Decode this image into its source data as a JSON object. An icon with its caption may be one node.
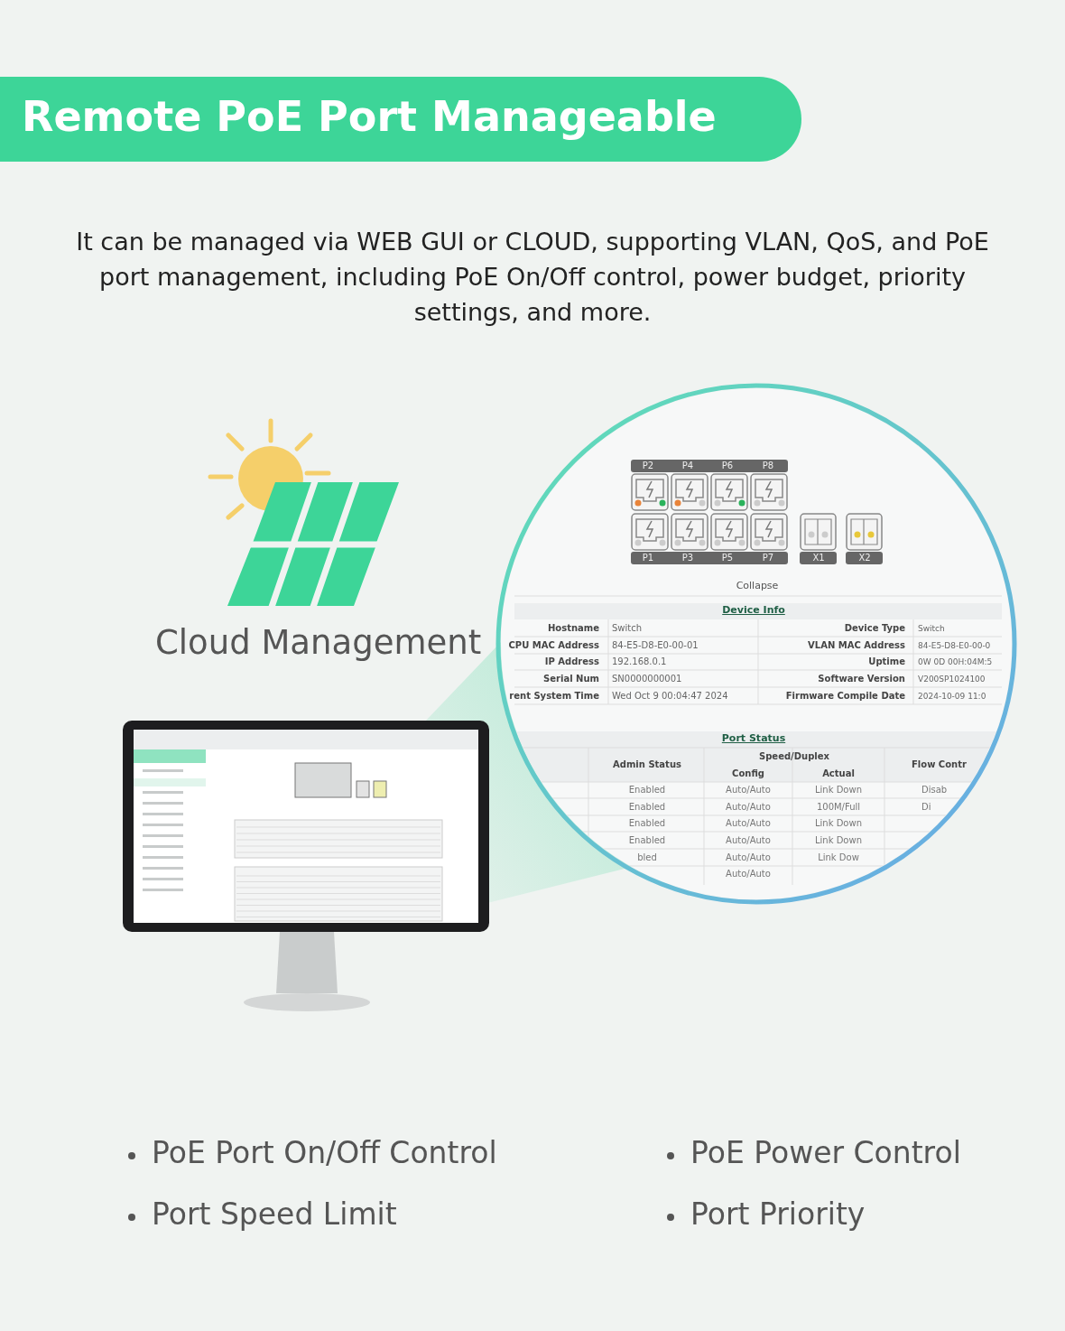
{
  "diagram": {
    "title": "Remote PoE Port Manageable",
    "labels": [
      "It can be managed via WEB GUI or CLOUD, supporting VLAN, QoS, and PoE port management, including PoE On/Off control, power budget, priority settings, and more.",
      "Cloud Management",
      "P2",
      "P4",
      "P6",
      "P8",
      "P1",
      "P3",
      "P5",
      "P7",
      "X1",
      "X2",
      "Collapse",
      "Device Info",
      "Hostname",
      "Switch",
      "Device Type",
      "Switch",
      "CPU MAC Address",
      "84-E5-D8-E0-00-01",
      "VLAN MAC Address",
      "84-E5-D8-E0-00-0",
      "IP Address",
      "192.168.0.1",
      "Uptime",
      "0W 0D 00H:04M:5",
      "Serial Num",
      "SN0000000001",
      "Software Version",
      "V200SP1024100",
      "rent System Time",
      "Wed Oct 9 00:04:47 2024",
      "Firmware Compile Date",
      "2024-10-09 11:0",
      "Port Status",
      "Admin Status",
      "Speed/Duplex",
      "Flow Contr",
      "Config",
      "Actual",
      "Enabled",
      "Auto/Auto",
      "Link Down",
      "Disab",
      "Enabled",
      "Auto/Auto",
      "100M/Full",
      "Di",
      "Enabled",
      "Auto/Auto",
      "Link Down",
      "Enabled",
      "Auto/Auto",
      "Link Down",
      "bled",
      "Auto/Auto",
      "Link Dow",
      "Auto/Auto",
      "PoE Port On/Off Control",
      "PoE Power Control",
      "Port Speed Limit",
      "Port Priority"
    ]
  }
}
